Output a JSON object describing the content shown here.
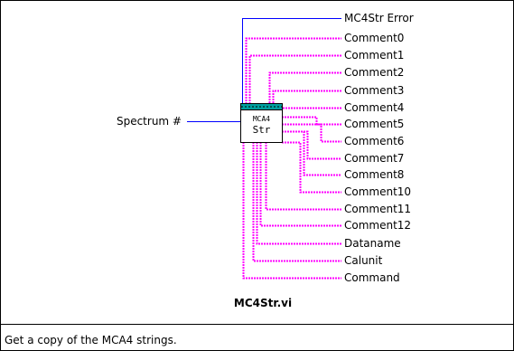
{
  "connector_pane": {
    "input_label": "Spectrum #",
    "outputs": [
      {
        "key": "mc4str-error",
        "label": "MC4Str Error",
        "wire": "blue"
      },
      {
        "key": "comment0",
        "label": "Comment0",
        "wire": "pink"
      },
      {
        "key": "comment1",
        "label": "Comment1",
        "wire": "pink"
      },
      {
        "key": "comment2",
        "label": "Comment2",
        "wire": "pink"
      },
      {
        "key": "comment3",
        "label": "Comment3",
        "wire": "pink"
      },
      {
        "key": "comment4",
        "label": "Comment4",
        "wire": "pink"
      },
      {
        "key": "comment5",
        "label": "Comment5",
        "wire": "pink"
      },
      {
        "key": "comment6",
        "label": "Comment6",
        "wire": "pink"
      },
      {
        "key": "comment7",
        "label": "Comment7",
        "wire": "pink"
      },
      {
        "key": "comment8",
        "label": "Comment8",
        "wire": "pink"
      },
      {
        "key": "comment10",
        "label": "Comment10",
        "wire": "pink"
      },
      {
        "key": "comment11",
        "label": "Comment11",
        "wire": "pink"
      },
      {
        "key": "comment12",
        "label": "Comment12",
        "wire": "pink"
      },
      {
        "key": "dataname",
        "label": "Dataname",
        "wire": "pink"
      },
      {
        "key": "calunit",
        "label": "Calunit",
        "wire": "pink"
      },
      {
        "key": "command",
        "label": "Command",
        "wire": "pink"
      }
    ]
  },
  "icon": {
    "line1": "MCA4",
    "line2": "Str"
  },
  "vi_name": "MC4Str.vi",
  "description": "Get a copy of the MCA4 strings.",
  "colors": {
    "string_wire": "#ff00ff",
    "error_wire": "#0000ff",
    "input_wire": "#0000ff",
    "frame": "#000000"
  }
}
